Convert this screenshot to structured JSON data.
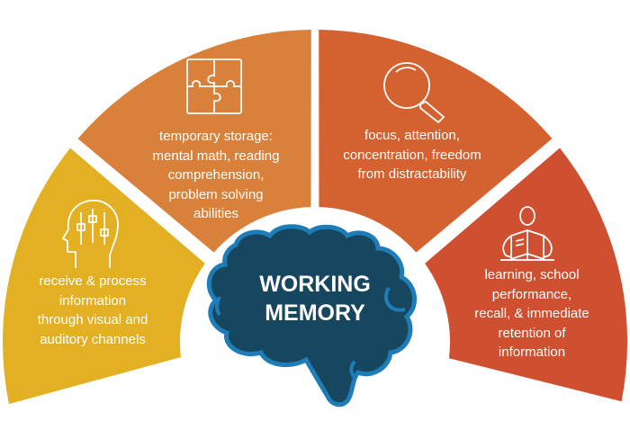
{
  "title": "Working Memory diagram",
  "center": {
    "line1": "WORKING",
    "line2": "MEMORY",
    "fill": "#17465F",
    "outline": "#1E7DB8"
  },
  "segments": [
    {
      "icon": "head-sliders-icon",
      "color": "#E3B024",
      "lines": [
        "receive & process",
        "information",
        "through visual and",
        "auditory channels"
      ]
    },
    {
      "icon": "puzzle-icon",
      "color": "#D9813A",
      "lines": [
        "temporary storage:",
        "mental math, reading",
        "comprehension,",
        "problem solving",
        "abilities"
      ]
    },
    {
      "icon": "magnifying-glass-icon",
      "color": "#D46130",
      "lines": [
        "focus, attention,",
        "concentration, freedom",
        "from distractability"
      ]
    },
    {
      "icon": "person-reading-icon",
      "color": "#CF4F31",
      "lines": [
        "learning, school",
        "performance,",
        "recall, & immediate",
        "retention of",
        "information"
      ]
    }
  ]
}
